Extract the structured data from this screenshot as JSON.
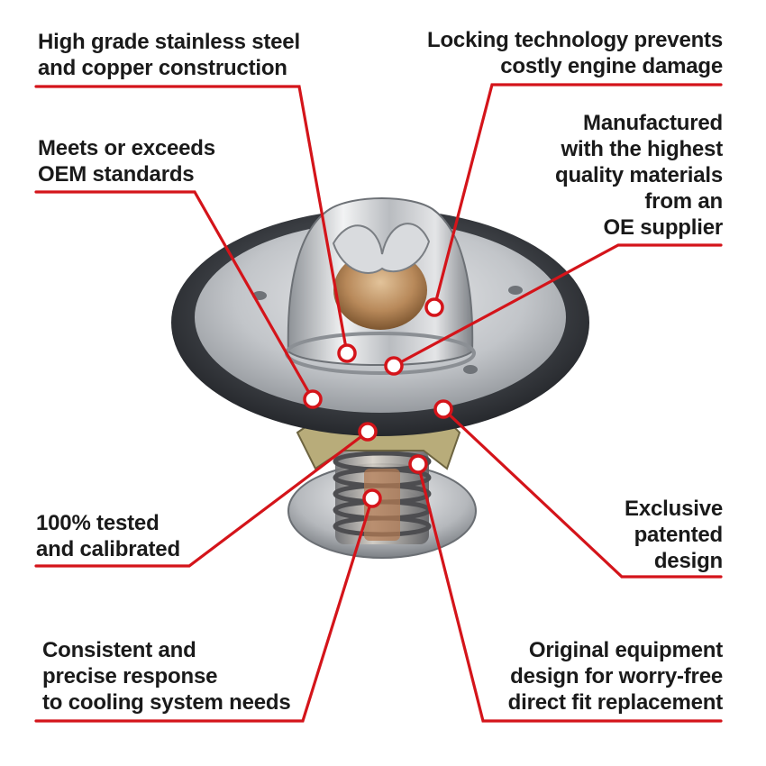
{
  "callouts": {
    "stainless": {
      "lines": [
        "High grade stainless steel",
        "and copper construction"
      ]
    },
    "locking": {
      "lines": [
        "Locking technology prevents",
        "costly engine damage"
      ]
    },
    "oem_standards": {
      "lines": [
        "Meets or exceeds",
        "OEM standards"
      ]
    },
    "materials": {
      "lines": [
        "Manufactured",
        "with the highest",
        "quality materials",
        "from an",
        "OE supplier"
      ]
    },
    "tested": {
      "lines": [
        "100% tested",
        "and calibrated"
      ]
    },
    "patented": {
      "lines": [
        "Exclusive",
        "patented",
        "design"
      ]
    },
    "response": {
      "lines": [
        "Consistent and",
        "precise response",
        "to cooling system needs"
      ]
    },
    "original": {
      "lines": [
        "Original equipment",
        "design for worry-free",
        "direct fit replacement"
      ]
    }
  },
  "colors": {
    "leader": "#d4141a",
    "text": "#1a1a1a",
    "gasket": "#3a3d42",
    "steel": "#c9ccd0",
    "copper": "#b8895a",
    "background": "#ffffff"
  },
  "image": {
    "subject": "thermostat-photo"
  }
}
